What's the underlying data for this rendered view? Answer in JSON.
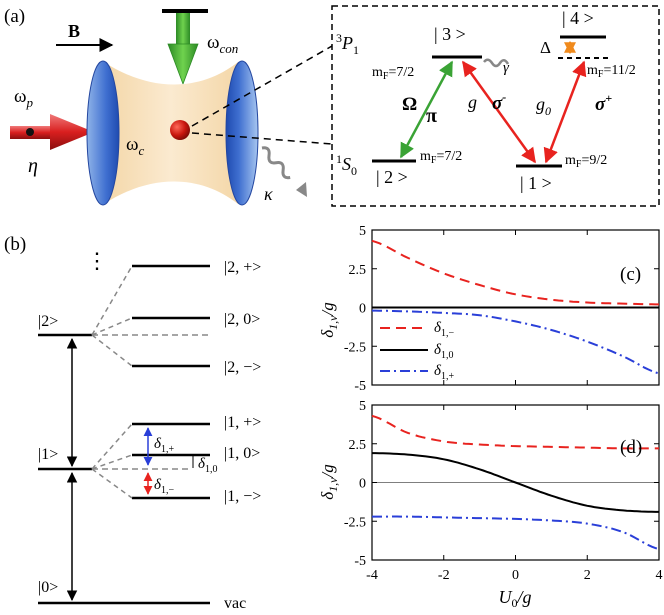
{
  "panels": {
    "a": {
      "label": "(a)",
      "cavity": {
        "field": "B",
        "probe_freq": "ω",
        "probe_freq_sub": "p",
        "control_freq": "ω",
        "control_freq_sub": "con",
        "cavity_freq": "ω",
        "cavity_freq_sub": "c",
        "pump_rate": "η",
        "cavity_decay": "κ"
      },
      "levels": {
        "3P1": {
          "sup": "3",
          "main": "P",
          "sub": "1"
        },
        "1S0": {
          "sup": "1",
          "main": "S",
          "sub": "0"
        },
        "ket3": "| 3 >",
        "ket4": "| 4 >",
        "ket2": "| 2 >",
        "ket1": "| 1 >",
        "mF3": {
          "main": "m",
          "sub": "F",
          "rest": "=7/2"
        },
        "mF4": {
          "main": "m",
          "sub": "F",
          "rest": "=11/2"
        },
        "mF2": {
          "main": "m",
          "sub": "F",
          "rest": "=7/2"
        },
        "mF1": {
          "main": "m",
          "sub": "F",
          "rest": "=9/2"
        },
        "gamma": "γ",
        "Omega": "Ω",
        "pi": "π",
        "g": "g",
        "sigma_minus": {
          "main": "σ",
          "sup": "-"
        },
        "g0": {
          "main": "g",
          "sub": "0"
        },
        "sigma_plus": {
          "main": "σ",
          "sup": "+"
        },
        "Delta": "Δ"
      }
    },
    "b": {
      "label": "(b)",
      "dots": "⋮",
      "manifold_labels": [
        "|2>",
        "|1>",
        "|0>"
      ],
      "state_labels": [
        "|2, +>",
        "|2, 0>",
        "|2, −>",
        "|1, +>",
        "|1, 0>",
        "|1, −>",
        "vac"
      ],
      "splittings": {
        "plus": {
          "main": "δ",
          "sub": "1,+"
        },
        "zero": {
          "main": "δ",
          "sub": "1,0"
        },
        "minus": {
          "main": "δ",
          "sub": "1,−"
        }
      }
    },
    "c": {
      "label": "(c)"
    },
    "d": {
      "label": "(d)"
    }
  },
  "chart_data": [
    {
      "type": "line",
      "panel": "c",
      "ylabel": {
        "main": "δ",
        "sub": "1,ν",
        "rest": "/g"
      },
      "xlim": [
        -4,
        4
      ],
      "ylim": [
        -5,
        5
      ],
      "yticks": [
        "5",
        "2.5",
        "0",
        "-2.5",
        "-5"
      ],
      "legend_placement": "left",
      "series": [
        {
          "name": "δ1,−",
          "legend": {
            "main": "δ",
            "sub": "1,−"
          },
          "color": "#e8231f",
          "dash": "10,6",
          "x": [
            -4,
            -3,
            -2,
            -1,
            0,
            1,
            2,
            3,
            4
          ],
          "y": [
            4.3,
            3.2,
            2.2,
            1.45,
            0.85,
            0.5,
            0.32,
            0.25,
            0.2
          ]
        },
        {
          "name": "δ1,0",
          "legend": {
            "main": "δ",
            "sub": "1,0"
          },
          "color": "#000000",
          "dash": "",
          "x": [
            -4,
            -3,
            -2,
            -1,
            0,
            1,
            2,
            3,
            4
          ],
          "y": [
            0,
            0,
            0,
            0,
            0,
            0,
            0,
            0,
            0
          ]
        },
        {
          "name": "δ1,+",
          "legend": {
            "main": "δ",
            "sub": "1,+"
          },
          "color": "#2a3fd8",
          "dash": "10,4,2,4",
          "x": [
            -4,
            -3,
            -2,
            -1,
            0,
            1,
            2,
            3,
            4
          ],
          "y": [
            -0.2,
            -0.25,
            -0.35,
            -0.5,
            -0.9,
            -1.45,
            -2.2,
            -3.15,
            -4.25
          ]
        }
      ]
    },
    {
      "type": "line",
      "panel": "d",
      "xlabel": {
        "main": "U",
        "sub": "0",
        "rest": "/g"
      },
      "ylabel": {
        "main": "δ",
        "sub": "1,ν",
        "rest": "/g"
      },
      "xlim": [
        -4,
        4
      ],
      "ylim": [
        -5,
        5
      ],
      "xticks": [
        "-4",
        "-2",
        "0",
        "2",
        "4"
      ],
      "yticks": [
        "5",
        "2.5",
        "0",
        "-2.5",
        "-5"
      ],
      "series": [
        {
          "name": "δ1,−",
          "color": "#e8231f",
          "dash": "10,6",
          "x": [
            -4,
            -3,
            -2,
            -1,
            0,
            1,
            2,
            3,
            4
          ],
          "y": [
            4.3,
            3.2,
            2.65,
            2.45,
            2.35,
            2.3,
            2.25,
            2.2,
            2.2
          ]
        },
        {
          "name": "δ1,0",
          "color": "#000000",
          "dash": "",
          "x": [
            -4,
            -3,
            -2,
            -1,
            0,
            1,
            2,
            3,
            4
          ],
          "y": [
            1.9,
            1.8,
            1.5,
            0.85,
            0,
            -0.85,
            -1.5,
            -1.8,
            -1.9
          ]
        },
        {
          "name": "δ1,+",
          "color": "#2a3fd8",
          "dash": "10,4,2,4",
          "x": [
            -4,
            -3,
            -2,
            -1,
            0,
            1,
            2,
            3,
            4
          ],
          "y": [
            -2.2,
            -2.2,
            -2.25,
            -2.3,
            -2.35,
            -2.45,
            -2.65,
            -3.2,
            -4.3
          ]
        }
      ]
    }
  ]
}
